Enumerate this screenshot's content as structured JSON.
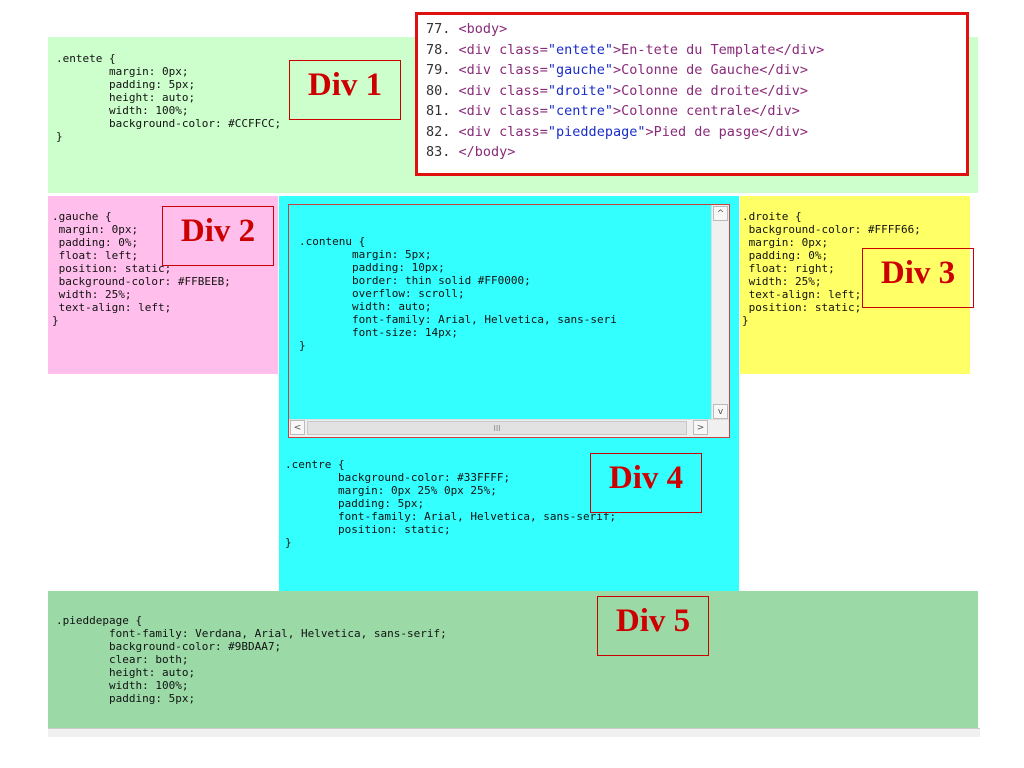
{
  "colors": {
    "entete": "#CCFFCC",
    "gauche": "#FFBEEB",
    "centre": "#33FFFF",
    "droite": "#FFFF66",
    "pieddepage": "#9BDAA7",
    "red_border": "#e01010"
  },
  "snippet": {
    "lines": [
      {
        "num": "77.",
        "parts": [
          {
            "t": "<body>",
            "c": "tag"
          }
        ]
      },
      {
        "num": "78.",
        "parts": [
          {
            "t": "<div class=",
            "c": "tag"
          },
          {
            "t": "\"entete\"",
            "c": "str"
          },
          {
            "t": ">En-tete du Template</div>",
            "c": "tag"
          }
        ]
      },
      {
        "num": "79.",
        "parts": [
          {
            "t": "<div class=",
            "c": "tag"
          },
          {
            "t": "\"gauche\"",
            "c": "str"
          },
          {
            "t": ">Colonne de Gauche</div>",
            "c": "tag"
          }
        ]
      },
      {
        "num": "80.",
        "parts": [
          {
            "t": "<div class=",
            "c": "tag"
          },
          {
            "t": "\"droite\"",
            "c": "str"
          },
          {
            "t": ">Colonne de droite</div>",
            "c": "tag"
          }
        ]
      },
      {
        "num": "81.",
        "parts": [
          {
            "t": "<div class=",
            "c": "tag"
          },
          {
            "t": "\"centre\"",
            "c": "str"
          },
          {
            "t": ">Colonne centrale</div>",
            "c": "tag"
          }
        ]
      },
      {
        "num": "82.",
        "parts": [
          {
            "t": "<div class=",
            "c": "tag"
          },
          {
            "t": "\"pieddepage\"",
            "c": "str"
          },
          {
            "t": ">Pied de pasge</div>",
            "c": "tag"
          }
        ]
      },
      {
        "num": "83.",
        "parts": [
          {
            "t": "</body>",
            "c": "tag"
          }
        ]
      }
    ]
  },
  "entete": {
    "code": ".entete {\n        margin: 0px;\n        padding: 5px;\n        height: auto;\n        width: 100%;\n        background-color: #CCFFCC;\n}",
    "label": "Div 1"
  },
  "gauche": {
    "code": ".gauche {\n margin: 0px;\n padding: 0%;\n float: left;\n position: static;\n background-color: #FFBEEB;\n width: 25%;\n text-align: left;\n}",
    "label": "Div 2"
  },
  "droite": {
    "code": ".droite {\n background-color: #FFFF66;\n margin: 0px;\n padding: 0%;\n float: right;\n width: 25%;\n text-align: left;\n position: static;\n}",
    "label": "Div 3"
  },
  "contenu": {
    "code": ".contenu {\n        margin: 5px;\n        padding: 10px;\n        border: thin solid #FF0000;\n        overflow: scroll;\n        width: auto;\n        font-family: Arial, Helvetica, sans-seri\n        font-size: 14px;\n}",
    "hscroll_mid": "III",
    "scroll_up": "^",
    "scroll_down": "v",
    "scroll_left": "<",
    "scroll_right": ">"
  },
  "centre": {
    "code": ".centre {\n        background-color: #33FFFF;\n        margin: 0px 25% 0px 25%;\n        padding: 5px;\n        font-family: Arial, Helvetica, sans-serif;\n        position: static;\n}",
    "label": "Div 4"
  },
  "pieddepage": {
    "code": ".pieddepage {\n        font-family: Verdana, Arial, Helvetica, sans-serif;\n        background-color: #9BDAA7;\n        clear: both;\n        height: auto;\n        width: 100%;\n        padding: 5px;",
    "label": "Div 5"
  }
}
